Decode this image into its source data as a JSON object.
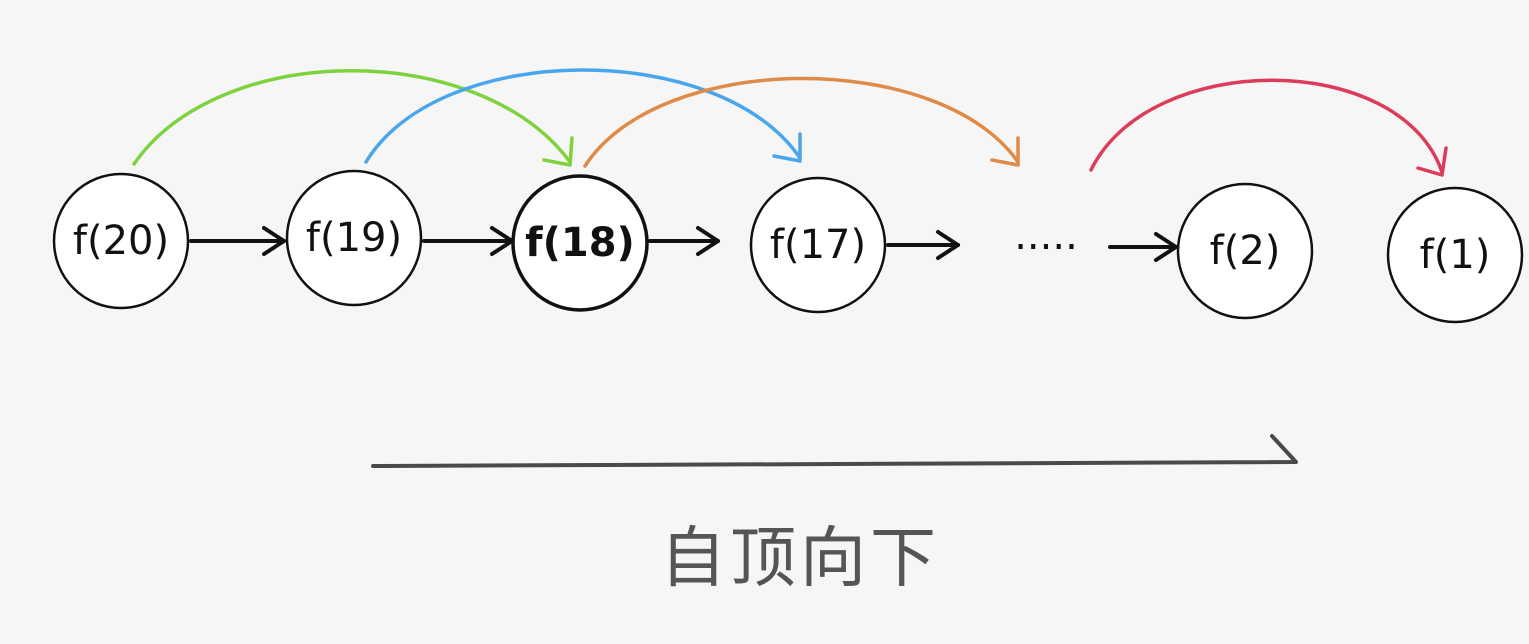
{
  "diagram": {
    "nodes": [
      {
        "id": "n20",
        "label": "f(20)"
      },
      {
        "id": "n19",
        "label": "f(19)"
      },
      {
        "id": "n18",
        "label": "f(18)"
      },
      {
        "id": "n17",
        "label": "f(17)"
      },
      {
        "id": "n2",
        "label": "f(2)"
      },
      {
        "id": "n1",
        "label": "f(1)"
      }
    ],
    "ellipsis": ".....",
    "direction_label": "自顶向下",
    "arc_colors": {
      "green": "#7ed23e",
      "blue": "#4aa6ec",
      "orange": "#e08a48",
      "red": "#dc3c5a"
    }
  }
}
